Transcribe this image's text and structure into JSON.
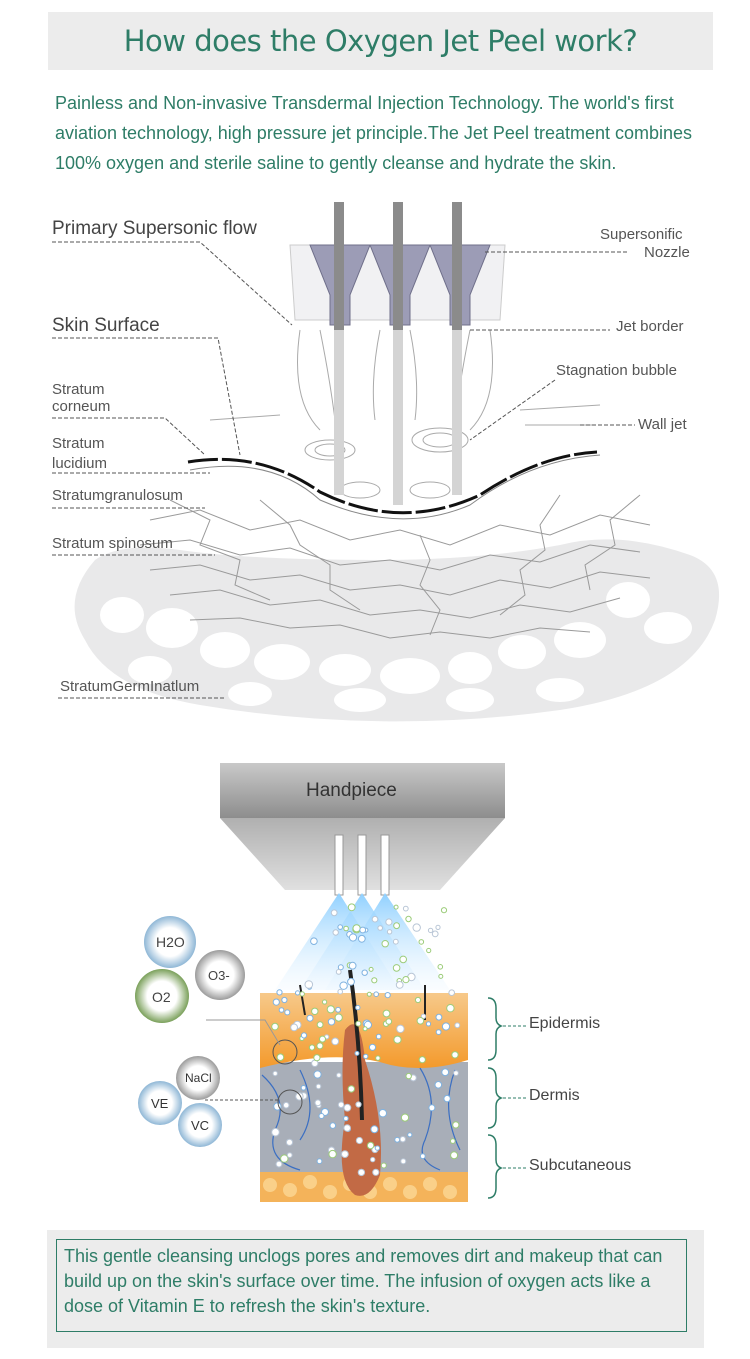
{
  "title": "How does the Oxygen Jet Peel work?",
  "intro": "Painless and Non-invasive Transdermal Injection Technology. The world's first aviation technology, high pressure jet principle.The Jet Peel treatment combines 100% oxygen and sterile saline to gently cleanse and hydrate the skin.",
  "diagram1": {
    "labels_left": {
      "primary_flow": "Primary  Supersonic  flow",
      "skin_surface": "Skin  Surface",
      "corneum_1": "Stratum",
      "corneum_2": "corneum",
      "lucidium_1": "Stratum",
      "lucidium_2": "lucidium",
      "granulosum": "Stratumgranulosum",
      "spinosum": "Stratum spinosum",
      "germinatlum": "StratumGermInatlum"
    },
    "labels_right": {
      "nozzle_1": "Supersonific",
      "nozzle_2": "Nozzle",
      "jet_border": "Jet border",
      "stagnation": "Stagnation bubble",
      "wall_jet": "Wall jet"
    }
  },
  "diagram2": {
    "handpiece": "Handpiece",
    "molecules": {
      "h2o": "H2O",
      "o3": "O3-",
      "o2": "O2",
      "nacl": "NaCl",
      "ve": "VE",
      "vc": "VC"
    },
    "layers": {
      "epidermis": "Epidermis",
      "dermis": "Dermis",
      "subcutaneous": "Subcutaneous"
    }
  },
  "footer": "This gentle cleansing unclogs pores and removes dirt and makeup that can build up on the skin's surface over time. The infusion of oxygen acts like a dose of Vitamin E to refresh the skin's texture.",
  "colors": {
    "accent": "#2e7d67",
    "banner_bg": "#ececec",
    "epidermis": "#f4a747",
    "dermis": "#a8aeb8"
  }
}
